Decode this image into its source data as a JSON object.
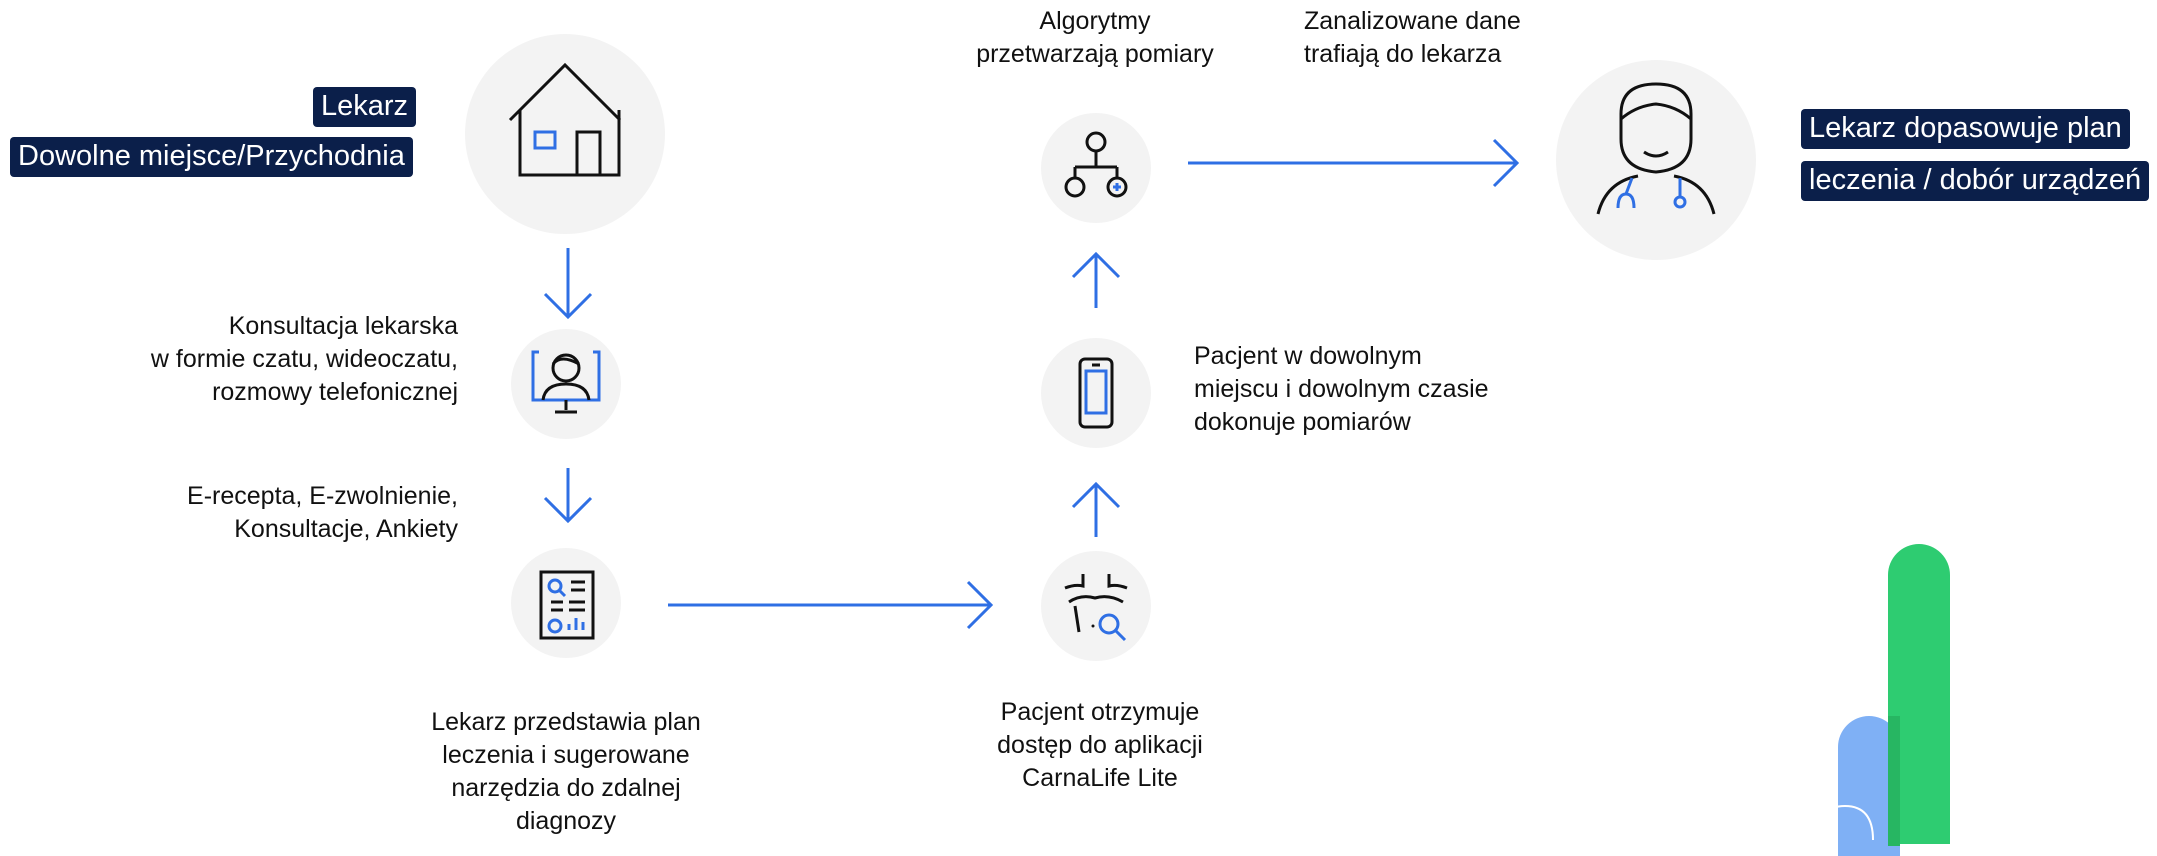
{
  "colors": {
    "accent_blue": "#2f6fe4",
    "tag_background": "#0b1f4a",
    "circle_background": "#f3f3f3",
    "bar_green": "#2ecc71",
    "bar_light_blue": "#7fb0f5"
  },
  "left_tags": {
    "doctor": "Lekarz",
    "place": "Dowolne miejsce/Przychodnia"
  },
  "right_tags": {
    "line1": "Lekarz dopasowuje plan",
    "line2": "leczenia / dobór urządzeń"
  },
  "steps": {
    "consultation": "Konsultacja lekarska\nw formie czatu, wideoczatu,\nrozmowy telefonicznej",
    "erecipe": "E-recepta, E-zwolnienie,\nKonsultacje, Ankiety",
    "plan": "Lekarz przedstawia plan\nleczenia i sugerowane\nnarzędzia do zdalnej\ndiagnozy",
    "app_access": "Pacjent otrzymuje\ndostęp do aplikacji\nCarnaLife Lite",
    "measurement": "Pacjent w dowolnym\nmiejscu i dowolnym czasie\ndokonuje pomiarów",
    "algorithms": "Algorytmy\nprzetwarzają pomiary",
    "analyzed": "Zanalizowane dane\ntrafiają do lekarza"
  },
  "icons": {
    "home": "house-icon",
    "consultation": "video-consultation-icon",
    "report": "medical-report-icon",
    "body_scan": "body-scan-icon",
    "phone": "smartphone-icon",
    "algorithm": "algorithm-nodes-icon",
    "doctor": "doctor-icon"
  }
}
